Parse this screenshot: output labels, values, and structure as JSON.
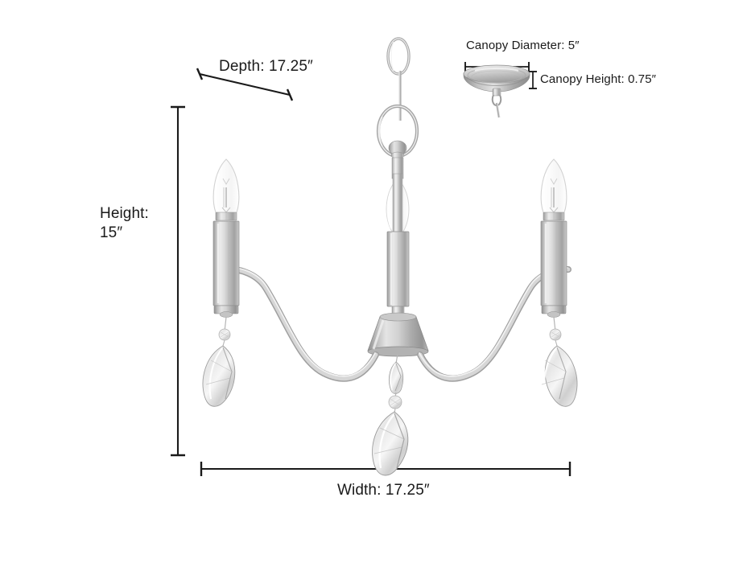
{
  "diagram": {
    "type": "product-dimension-diagram",
    "product": "3-light crystal chandelier",
    "background_color": "#ffffff",
    "line_color": "#1a1a1a",
    "metal_finish_colors": {
      "dark": "#8a8a8a",
      "mid": "#b9b9b9",
      "light": "#e8e8e8",
      "highlight": "#fbfbfb"
    },
    "crystal_colors": {
      "dark": "#9a9a9a",
      "mid": "#d8d8d8",
      "light": "#f4f4f4"
    }
  },
  "labels": {
    "height": "Height:\n15″",
    "depth": "Depth: 17.25″",
    "width": "Width: 17.25″",
    "canopy_diameter": "Canopy Diameter: 5″",
    "canopy_height": "Canopy Height: 0.75″"
  },
  "measurements": [
    {
      "name": "height",
      "value": "15",
      "unit": "″",
      "label": "Height:"
    },
    {
      "name": "depth",
      "value": "17.25",
      "unit": "″",
      "label": "Depth:"
    },
    {
      "name": "width",
      "value": "17.25",
      "unit": "″",
      "label": "Width:"
    },
    {
      "name": "canopy_diameter",
      "value": "5",
      "unit": "″",
      "label": "Canopy Diameter:"
    },
    {
      "name": "canopy_height",
      "value": "0.75",
      "unit": "″",
      "label": "Canopy Height:"
    }
  ],
  "fixture": {
    "lights": 3,
    "crystals": 3,
    "chain_links": 2,
    "bulb_type": "clear candelabra with visible filament"
  }
}
